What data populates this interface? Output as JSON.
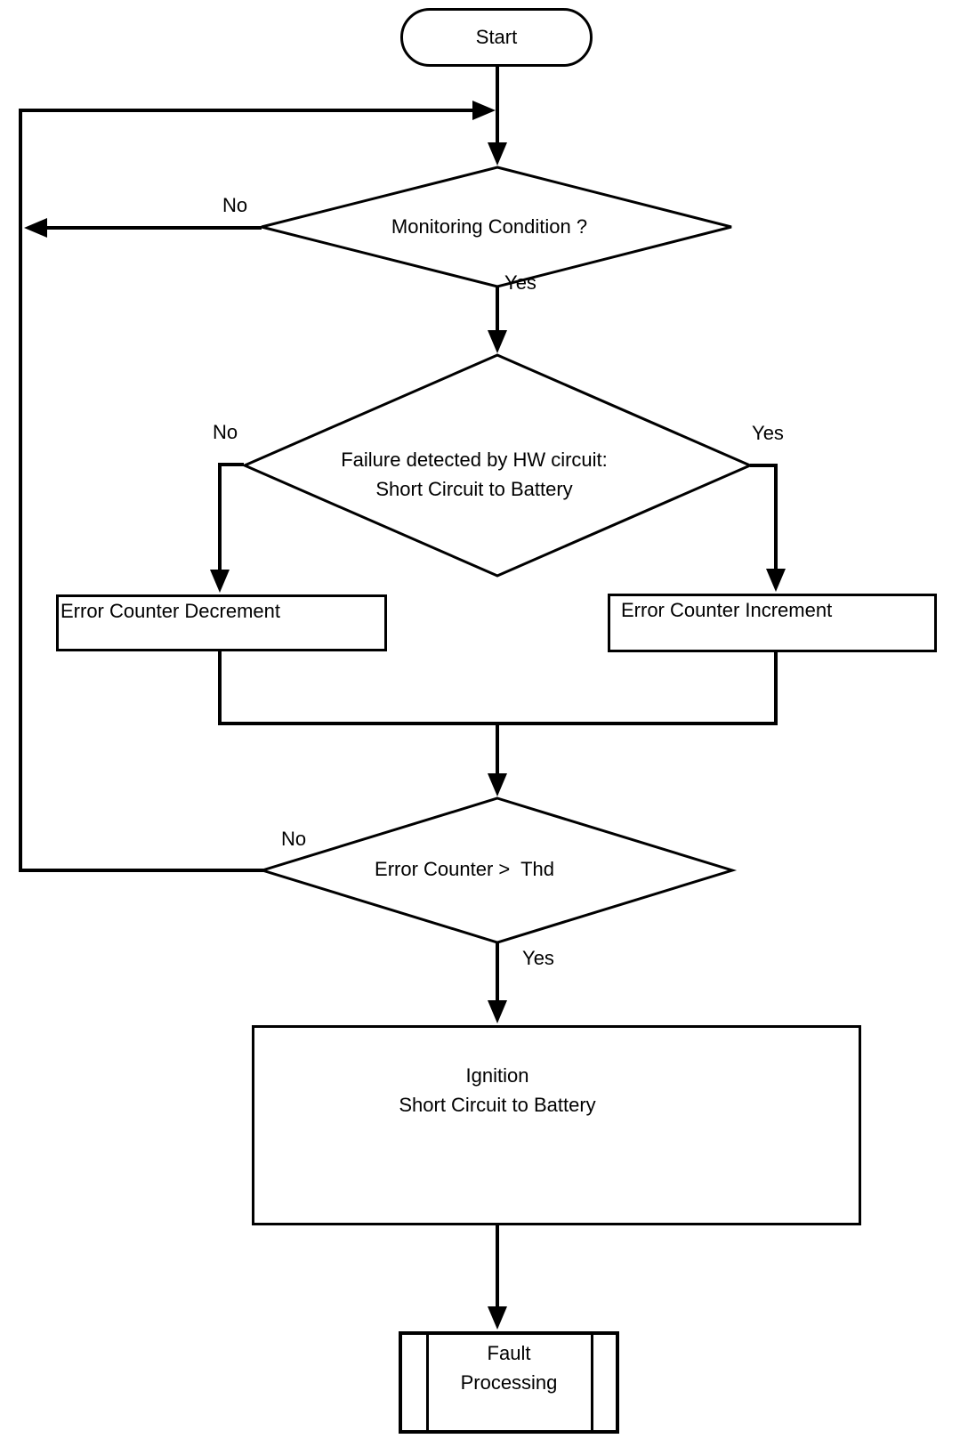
{
  "diagram": {
    "background": "#ffffff",
    "line_color": "#000000",
    "nodes": {
      "start": {
        "type": "terminator",
        "label": "Start"
      },
      "monitoring": {
        "type": "decision",
        "label": "Monitoring Condition ?"
      },
      "failure": {
        "type": "decision",
        "line1": "Failure detected by HW circuit:",
        "line2": "Short Circuit to Battery"
      },
      "decrement": {
        "type": "process",
        "label": "Error Counter Decrement"
      },
      "increment": {
        "type": "process",
        "label": "Error Counter Increment"
      },
      "threshold": {
        "type": "decision",
        "label": "Error Counter >  Thd"
      },
      "ignition": {
        "type": "process",
        "line1": "Ignition",
        "line2": "Short Circuit to Battery"
      },
      "fault": {
        "type": "predefined-process",
        "line1": "Fault",
        "line2": "Processing"
      }
    },
    "edge_labels": {
      "monitoring_no": "No",
      "monitoring_yes": "Yes",
      "failure_no": "No",
      "failure_yes": "Yes",
      "threshold_no": "No",
      "threshold_yes": "Yes"
    }
  }
}
